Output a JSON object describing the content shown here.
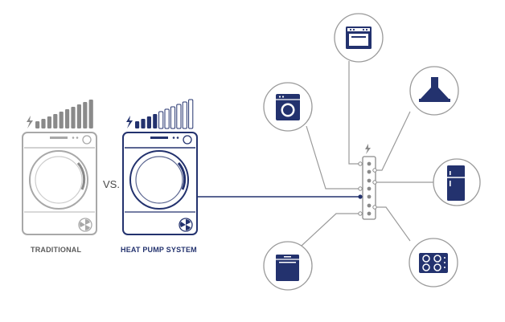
{
  "labels": {
    "traditional": "TRADITIONAL",
    "heat_pump": "HEAT PUMP SYSTEM",
    "versus": "VS."
  },
  "energy_meters": {
    "traditional": {
      "bars_total": 10,
      "bars_filled": 10
    },
    "heat_pump": {
      "bars_total": 10,
      "bars_filled": 4
    }
  },
  "appliances": [
    "oven-icon",
    "range-hood-icon",
    "fridge-icon",
    "cooktop-icon",
    "dishwasher-icon",
    "washing-machine-icon"
  ],
  "colors": {
    "navy": "#23326e",
    "gray": "#8a8a8a",
    "light_gray": "#b8b8b8",
    "line_gray": "#9a9a9a"
  }
}
